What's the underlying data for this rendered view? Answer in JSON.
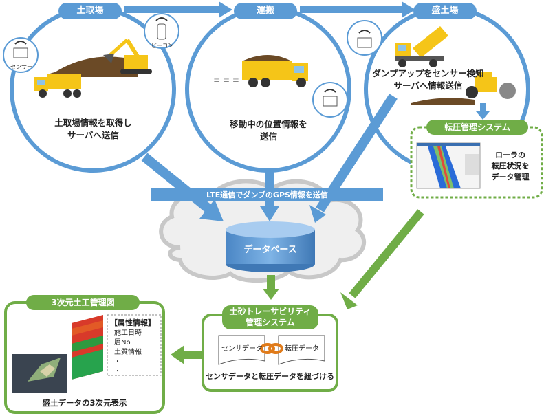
{
  "stages": {
    "source": {
      "label": "土取場",
      "caption_line1": "土取場情報を取得し",
      "caption_line2": "サーバへ送信"
    },
    "transport": {
      "label": "運搬",
      "caption_line1": "移動中の位置情報を",
      "caption_line2": "送信"
    },
    "fill": {
      "label": "盛土場",
      "caption_line1": "ダンプアップをセンサー検知",
      "caption_line2": "サーバへ情報送信"
    }
  },
  "devices": {
    "sensor": "センサー",
    "beacon": "ビーコン"
  },
  "lte_banner": "LTE通信でダンプのGPS情報を送信",
  "database": "データベース",
  "compaction": {
    "title": "転圧管理システム",
    "desc_line1": "ローラの",
    "desc_line2": "転圧状況を",
    "desc_line3": "データ管理"
  },
  "traceability": {
    "title_line1": "土砂トレーサビリティ",
    "title_line2": "管理システム",
    "doc_sensor": "センサデータ",
    "doc_compaction": "転圧データ",
    "caption": "センサデータと転圧データを紐づける"
  },
  "model3d": {
    "title": "3次元土工管理図",
    "attr_title": "【属性情報】",
    "attr_items": [
      "施工日時",
      "層No",
      "土質情報",
      "・",
      "・"
    ],
    "caption": "盛土データの3次元表示"
  },
  "colors": {
    "blue": "#5b9bd5",
    "green": "#70ad47",
    "truck": "#f5c518",
    "soil": "#7a4e1e"
  }
}
